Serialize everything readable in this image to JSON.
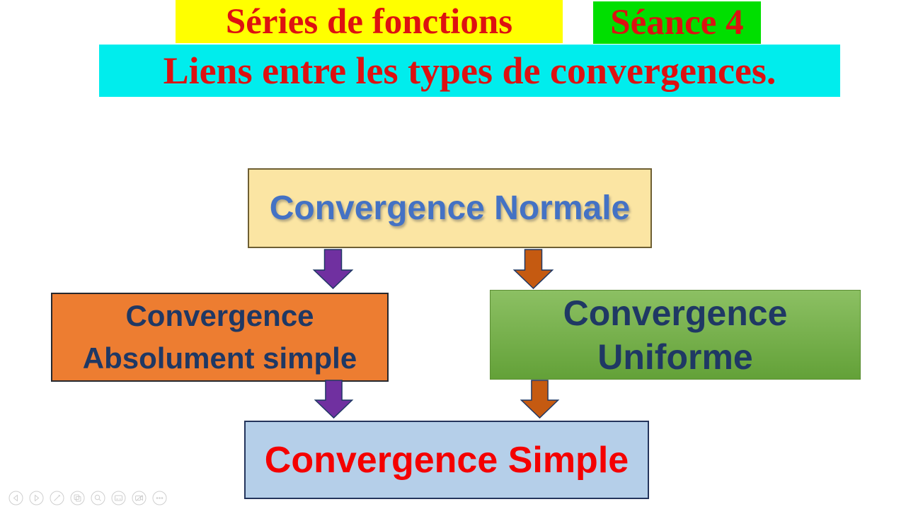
{
  "header": {
    "title": "Séries de fonctions",
    "session": "Séance 4",
    "subtitle": "Liens entre les types de convergences."
  },
  "diagram": {
    "normale": "Convergence Normale",
    "absolument_line1": "Convergence",
    "absolument_line2": "Absolument simple",
    "uniforme_line1": "Convergence",
    "uniforme_line2": "Uniforme",
    "simple": "Convergence Simple"
  },
  "colors": {
    "title_bg": "#ffff00",
    "session_bg": "#00df00",
    "subtitle_bg": "#00eded",
    "heading_text": "#dd1111",
    "normale_bg": "#fbe5a3",
    "normale_text": "#4472c4",
    "absolument_bg": "#ed7d31",
    "uniforme_bg": "#76b04b",
    "dark_navy_text": "#1f3864",
    "simple_bg": "#b5cfe9",
    "simple_text": "#f40000",
    "arrow_purple": "#7030a0",
    "arrow_orange": "#c55a11",
    "arrow_outline": "#1f3864",
    "toolbar_icon": "#cfcfcf"
  },
  "toolbar": {
    "icons": [
      "previous-slide",
      "next-slide",
      "pen",
      "see-all-slides",
      "zoom",
      "captions",
      "camera",
      "more-options"
    ]
  }
}
